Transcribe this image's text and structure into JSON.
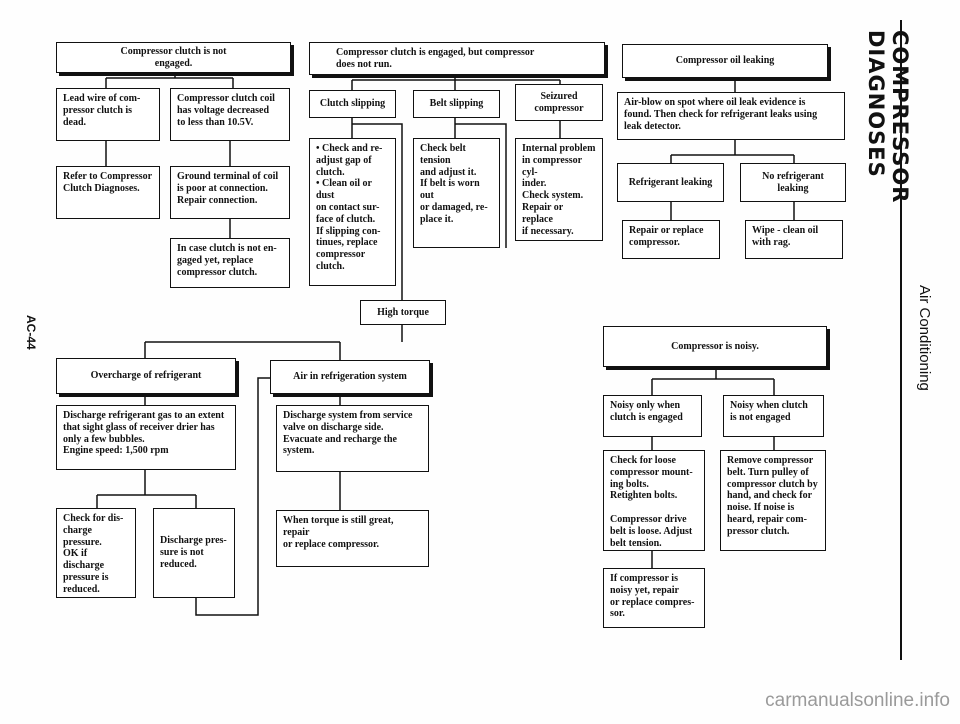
{
  "side_title": "COMPRESSOR DIAGNOSES",
  "side_subtitle": "Air Conditioning",
  "page_number": "AC-44",
  "watermark": "carmanualsonline.info",
  "boxes": {
    "b1": "Compressor clutch is not\nengaged.",
    "b2": "Lead wire of com-\npressor clutch is\ndead.",
    "b3": "Compressor clutch coil\nhas voltage decreased\nto less than 10.5V.",
    "b4": "Refer to Compressor\nClutch Diagnoses.",
    "b5": "Ground terminal of coil\nis poor at connection.\nRepair connection.",
    "b6": "In case clutch is not en-\ngaged yet, replace\ncompressor clutch.",
    "b7": "Compressor clutch is engaged, but compressor\ndoes not run.",
    "b8": "Clutch slipping",
    "b9": "Belt slipping",
    "b10": "Seizured\ncompressor",
    "b11": "• Check and re-\n  adjust gap of\n  clutch.\n• Clean oil or dust\n  on contact sur-\n  face of clutch.\nIf slipping con-\ntinues, replace\ncompressor\nclutch.",
    "b12": "Check belt tension\nand adjust it.\nIf belt is worn out\nor damaged, re-\nplace it.",
    "b13": "Internal problem\nin compressor cyl-\ninder.\nCheck system.\nRepair or replace\nif necessary.",
    "b14": "High torque",
    "b15": "Overcharge of refrigerant",
    "b16": "Air in refrigeration system",
    "b17": "Discharge refrigerant gas to an extent\nthat sight glass of receiver drier has\nonly a few bubbles.\nEngine speed:  1,500 rpm",
    "b18": "Discharge system from service\nvalve on discharge side.\nEvacuate and recharge the\nsystem.",
    "b19": "Check for dis-\ncharge pressure.\nOK if discharge\npressure is\nreduced.",
    "b20": "Discharge pres-\nsure is not\nreduced.",
    "b21": "When torque is still great, repair\nor replace compressor.",
    "b22": "Compressor oil leaking",
    "b23": "Air-blow on spot where oil leak evidence is\nfound. Then check for refrigerant leaks using\nleak detector.",
    "b24": "Refrigerant leaking",
    "b25": "No refrigerant\nleaking",
    "b26": "Repair or replace\ncompressor.",
    "b27": "Wipe - clean oil\nwith rag.",
    "b28": "Compressor is noisy.",
    "b29": "Noisy only when\nclutch is engaged",
    "b30": "Noisy when clutch\nis not engaged",
    "b31": "Check for loose\ncompressor mount-\ning bolts.\nRetighten bolts.\n\nCompressor drive\nbelt is loose. Adjust\nbelt tension.",
    "b32": "Remove compressor\nbelt. Turn pulley of\ncompressor clutch by\nhand, and check for\nnoise. If noise is\nheard, repair com-\npressor clutch.",
    "b33": "If compressor is\nnoisy yet, repair\nor replace compres-\nsor."
  }
}
